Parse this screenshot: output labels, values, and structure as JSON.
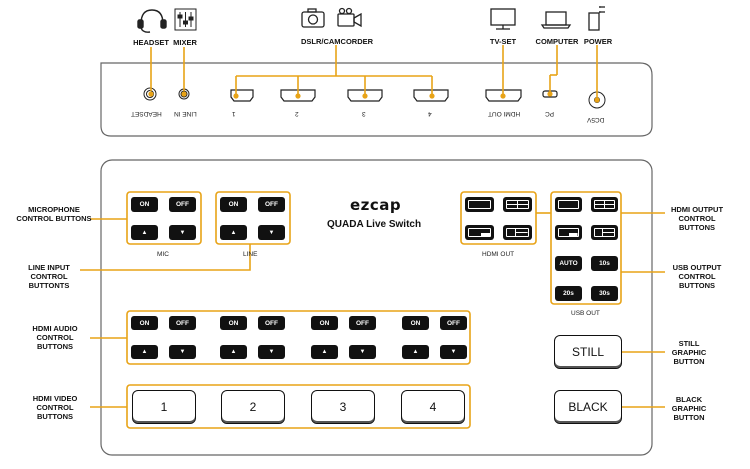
{
  "top_labels": {
    "headset": "HEADSET",
    "mixer": "MIXER",
    "dslr": "DSLR/CAMCORDER",
    "tvset": "TV-SET",
    "computer": "COMPUTER",
    "power": "POWER"
  },
  "port_labels": {
    "headset": "HEADSET",
    "line_in": "LINE IN",
    "in1": "1",
    "in2": "2",
    "in3": "3",
    "in4": "4",
    "hdmi_out": "HDMI OUT",
    "pc": "PC",
    "dc5v": "DC5V"
  },
  "side_labels": {
    "mic_control": "MICROPHONE CONTROL BUTTONS",
    "line_control": "LINE INPUT CONTROL BUTTONTS",
    "hdmi_audio": "HDMI AUDIO CONTROL BUTTONS",
    "hdmi_video": "HDMI VIDEO CONTROL BUTTONS",
    "hdmi_output": "HDMI OUTPUT CONTROL BUTTONS",
    "usb_output": "USB OUTPUT CONTROL BUTTONS",
    "still_graphic": "STILL GRAPHIC BUTTON",
    "black_graphic": "BLACK GRAPHIC BUTTON"
  },
  "panel": {
    "brand": "ezcap",
    "product": "QUADA Live Switch",
    "mic": "MIC",
    "line": "LINE",
    "hdmi_out": "HDMI OUT",
    "usb_out": "USB OUT",
    "on": "ON",
    "off": "OFF",
    "up": "▲",
    "down": "▼",
    "auto": "AUTO",
    "t10": "10s",
    "t20": "20s",
    "t30": "30s",
    "video1": "1",
    "video2": "2",
    "video3": "3",
    "video4": "4",
    "still": "STILL",
    "black": "BLACK"
  },
  "colors": {
    "accent": "#e8a317",
    "device_outline": "#555555",
    "button": "#111111"
  },
  "icons": [
    "headset-icon",
    "mixer-icon",
    "camera-icon",
    "camcorder-icon",
    "tv-icon",
    "laptop-icon",
    "power-adapter-icon"
  ]
}
